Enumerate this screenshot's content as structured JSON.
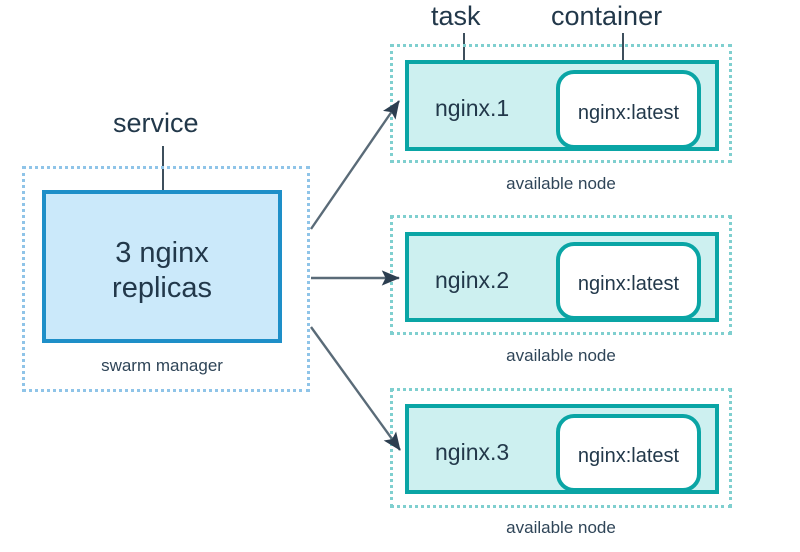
{
  "diagram": {
    "title_callouts": {
      "service": "service",
      "task": "task",
      "container": "container"
    },
    "service": {
      "box_line1": "3 nginx",
      "box_line2": "replicas",
      "caption": "swarm manager",
      "fill_color": "#cbe9fa",
      "border_color": "#1e8fc8",
      "dotted_color": "#8fc4e8"
    },
    "nodes": [
      {
        "task_label": "nginx.1",
        "container_label": "nginx:latest",
        "caption": "available node"
      },
      {
        "task_label": "nginx.2",
        "container_label": "nginx:latest",
        "caption": "available node"
      },
      {
        "task_label": "nginx.3",
        "container_label": "nginx:latest",
        "caption": "available node"
      }
    ],
    "node_style": {
      "fill_color": "#cdf0f0",
      "border_color": "#0aa5a5",
      "dotted_color": "#7fcfcf",
      "container_fill": "#ffffff"
    },
    "arrow_color": "#5a6b78",
    "arrowhead_color": "#2c3e50",
    "text_color": "#22384a"
  }
}
